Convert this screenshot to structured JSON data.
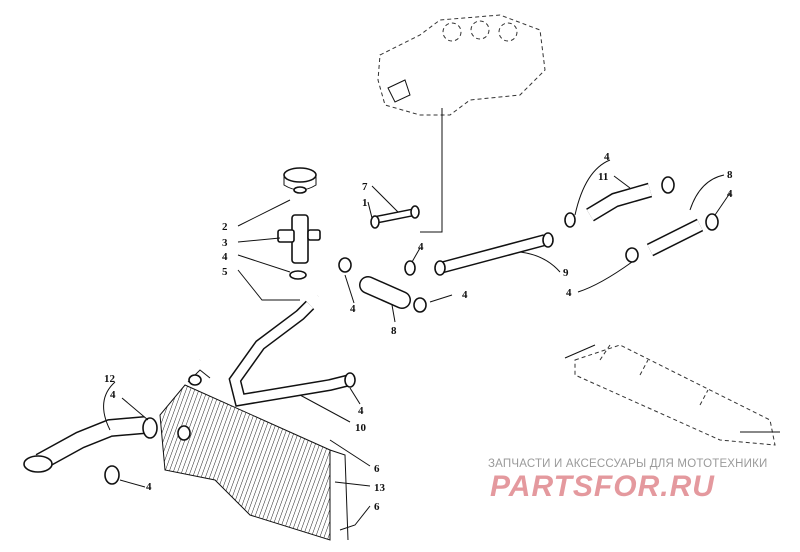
{
  "callouts": [
    {
      "id": "c-12",
      "text": "12"
    },
    {
      "id": "c-4a",
      "text": "4"
    },
    {
      "id": "c-4b",
      "text": "4"
    },
    {
      "id": "c-2",
      "text": "2"
    },
    {
      "id": "c-3",
      "text": "3"
    },
    {
      "id": "c-4c",
      "text": "4"
    },
    {
      "id": "c-5",
      "text": "5"
    },
    {
      "id": "c-7",
      "text": "7"
    },
    {
      "id": "c-1",
      "text": "1"
    },
    {
      "id": "c-4d",
      "text": "4"
    },
    {
      "id": "c-4e",
      "text": "4"
    },
    {
      "id": "c-4f",
      "text": "4"
    },
    {
      "id": "c-8a",
      "text": "8"
    },
    {
      "id": "c-4g",
      "text": "4"
    },
    {
      "id": "c-10",
      "text": "10"
    },
    {
      "id": "c-6a",
      "text": "6"
    },
    {
      "id": "c-13",
      "text": "13"
    },
    {
      "id": "c-6b",
      "text": "6"
    },
    {
      "id": "c-4h",
      "text": "4"
    },
    {
      "id": "c-11",
      "text": "11"
    },
    {
      "id": "c-8b",
      "text": "8"
    },
    {
      "id": "c-4i",
      "text": "4"
    },
    {
      "id": "c-9",
      "text": "9"
    },
    {
      "id": "c-4j",
      "text": "4"
    }
  ],
  "watermark": {
    "subtitle": "ЗАПЧАСТИ И АКСЕССУАРЫ ДЛЯ МОТОТЕХНИКИ",
    "logo": "PARTSFOR.RU"
  }
}
